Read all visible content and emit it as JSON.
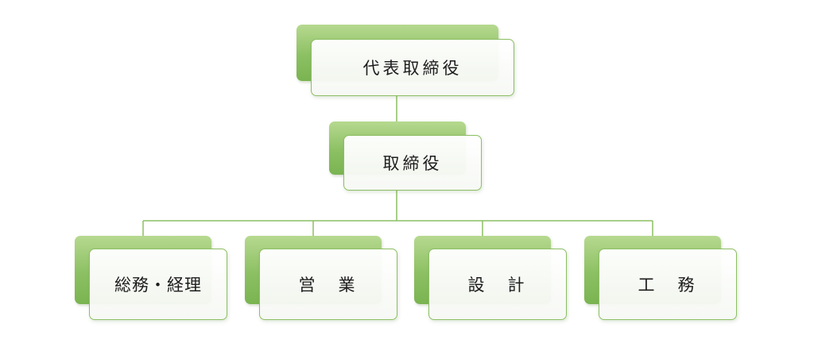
{
  "org_chart": {
    "top": {
      "label": "代表取締役"
    },
    "second": {
      "label": "取締役"
    },
    "departments": [
      {
        "label": "総務・経理"
      },
      {
        "label": "営　業"
      },
      {
        "label": "設　計"
      },
      {
        "label": "工　務"
      }
    ]
  },
  "colors": {
    "shadow_box": "#8cc063",
    "border": "#8cbf63",
    "connector": "#8cbf63",
    "text": "#1c1c1c"
  }
}
